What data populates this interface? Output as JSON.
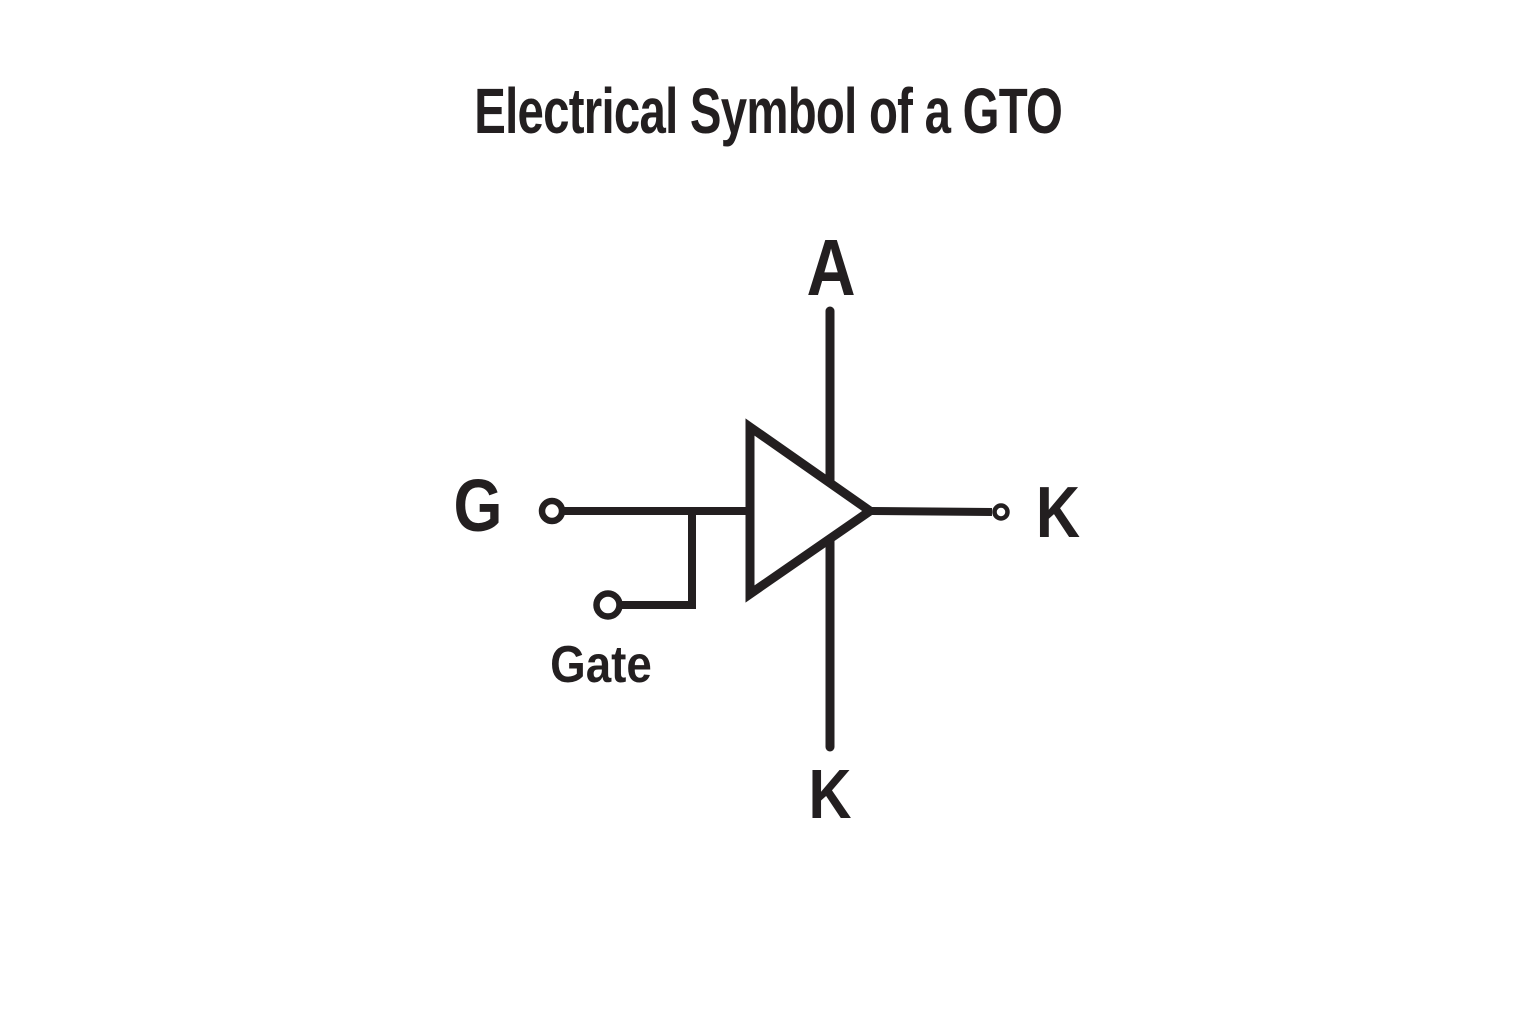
{
  "title": "Electrical Symbol of a GTO",
  "colors": {
    "stroke": "#231f20",
    "background": "#ffffff"
  },
  "labels": {
    "anode": "A",
    "gate_short": "G",
    "cathode_right": "K",
    "cathode_bottom": "K",
    "gate_full": "Gate"
  }
}
